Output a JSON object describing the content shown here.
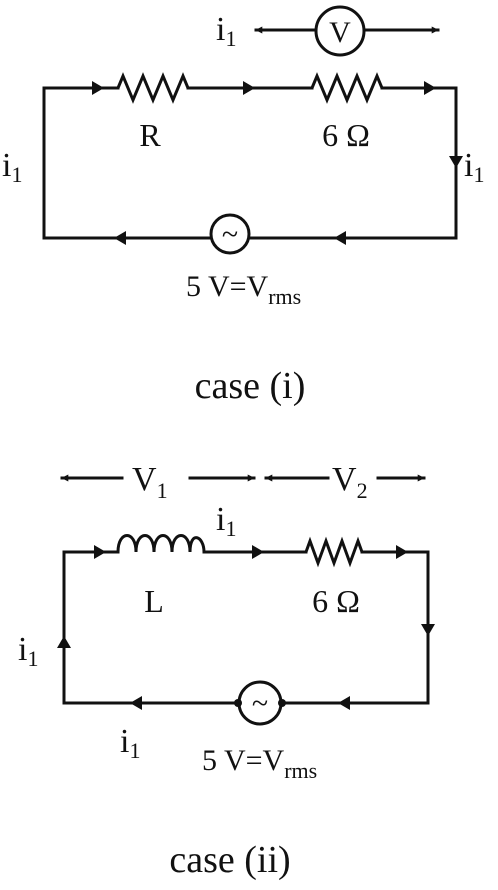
{
  "case1": {
    "caption": "case (i)",
    "current_top": "i",
    "current_top_sub": "1",
    "current_left": "i",
    "current_left_sub": "1",
    "current_right": "i",
    "current_right_sub": "1",
    "resistor_label": "R",
    "resistor2_label": "6 Ω",
    "voltmeter_label": "V",
    "source_symbol": "~",
    "source_label_main": "5 V=V",
    "source_label_sub": "rms"
  },
  "case2": {
    "caption": "case (ii)",
    "v1_main": "V",
    "v1_sub": "1",
    "v2_main": "V",
    "v2_sub": "2",
    "current_mid": "i",
    "current_mid_sub": "1",
    "current_left": "i",
    "current_left_sub": "1",
    "current_bottom": "i",
    "current_bottom_sub": "1",
    "inductor_label": "L",
    "resistor_label": "6 Ω",
    "source_symbol": "~",
    "source_label_main": "5 V=V",
    "source_label_sub": "rms"
  }
}
